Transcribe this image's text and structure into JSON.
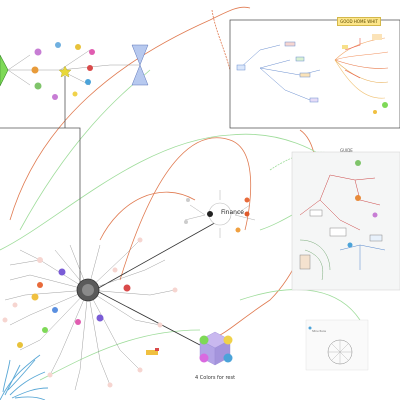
{
  "board": {
    "background": "#ffffff",
    "accent_green": "#7ed957",
    "accent_orange": "#e8733a",
    "accent_purple": "#9a8cd6",
    "connector_gray": "#555555",
    "connector_orange": "#e07a50",
    "connector_green": "#9edc9a"
  },
  "frames": {
    "top_right_title": "GOOD HOME WHIT BANK",
    "middle_right_legend": "GUIDE",
    "bottom_card_caption": "Structure"
  },
  "nodes": {
    "finance_label": "Finance",
    "cube_caption": "4 Colors for rest"
  },
  "icons": {
    "left_diamond": "green-diamond-icon",
    "star": "star-icon",
    "hourglass": "hourglass-icon",
    "palm_leaf": "palm-leaf-icon",
    "hub": "mindmap-hub-icon"
  }
}
